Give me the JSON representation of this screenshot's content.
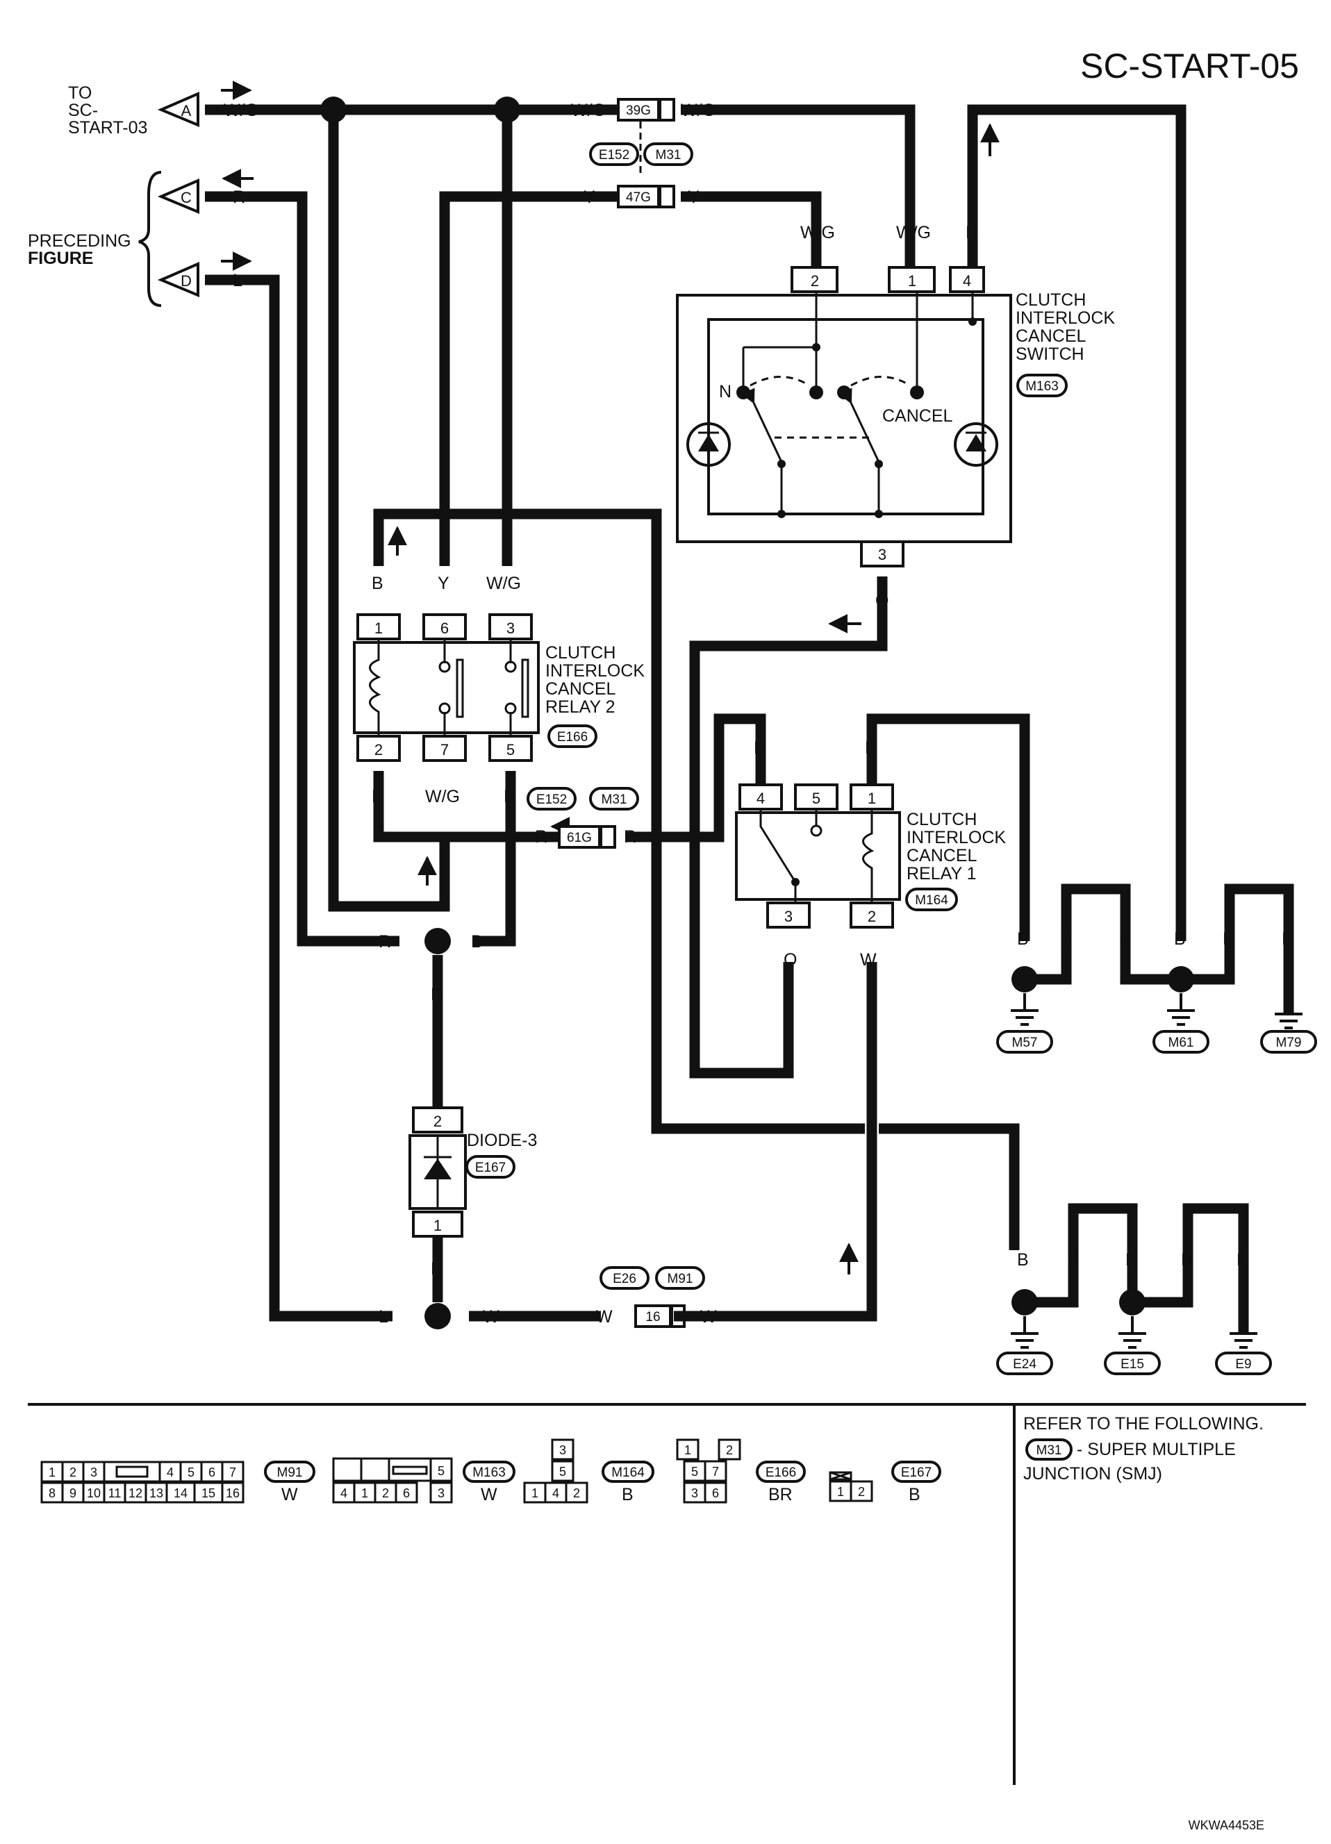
{
  "page_title": "SC-START-05",
  "page_code": "WKWA4453E",
  "left_refs": {
    "to_label_1": "TO",
    "to_label_2": "SC-",
    "to_label_3": "START-03",
    "preceding_1": "PRECEDING",
    "preceding_2": "FIGURE",
    "arrow_a": "A",
    "arrow_c": "C",
    "arrow_d": "D"
  },
  "wire_colors": {
    "wg": "W/G",
    "r": "R",
    "l": "L",
    "y": "Y",
    "b": "B",
    "o": "O",
    "w": "W"
  },
  "connectors": {
    "c39g": "39G",
    "c47g": "47G",
    "c61g": "61G",
    "c16": "16",
    "e152": "E152",
    "m31": "M31",
    "e26": "E26",
    "m91": "M91",
    "m163": "M163",
    "m164": "M164",
    "e166": "E166",
    "e167": "E167"
  },
  "components": {
    "switch_1": "CLUTCH",
    "switch_2": "INTERLOCK",
    "switch_3": "CANCEL",
    "switch_4": "SWITCH",
    "relay2_1": "CLUTCH",
    "relay2_2": "INTERLOCK",
    "relay2_3": "CANCEL",
    "relay2_4": "RELAY 2",
    "relay1_1": "CLUTCH",
    "relay1_2": "INTERLOCK",
    "relay1_3": "CANCEL",
    "relay1_4": "RELAY 1",
    "diode": "DIODE-3",
    "switch_n": "N",
    "switch_cancel": "CANCEL"
  },
  "grounds": {
    "m57": "M57",
    "m61": "M61",
    "m79": "M79",
    "e24": "E24",
    "e15": "E15",
    "e9": "E9"
  },
  "pins": {
    "p1": "1",
    "p2": "2",
    "p3": "3",
    "p4": "4",
    "p5": "5",
    "p6": "6",
    "p7": "7",
    "p8": "8",
    "p9": "9",
    "p10": "10",
    "p11": "11",
    "p12": "12",
    "p13": "13",
    "p14": "14",
    "p15": "15",
    "p16": "16"
  },
  "legend": {
    "m91_color": "W",
    "m163_color": "W",
    "m164_color": "B",
    "e166_color": "BR",
    "e167_color": "B",
    "refer_line1": "REFER TO THE FOLLOWING.",
    "refer_line2": "- SUPER MULTIPLE",
    "refer_line3": "JUNCTION (SMJ)"
  }
}
